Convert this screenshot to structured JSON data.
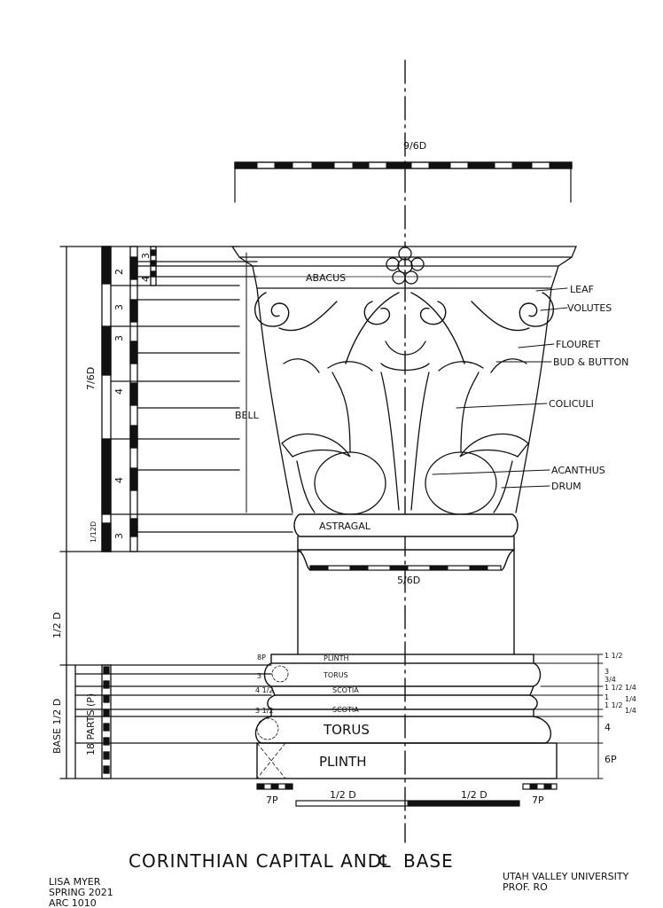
{
  "title": "CORINTHIAN CAPITAL AND",
  "title_symbol": "℄",
  "title_end": "BASE",
  "author": {
    "name": "LISA MYER",
    "term": "SPRING 2021",
    "course": "ARC 1010"
  },
  "school": {
    "name": "UTAH VALLEY UNIVERSITY",
    "prof": "PROF. RO"
  },
  "dims": {
    "top_width": "9/6D",
    "mid_width": "5/6D",
    "base_left": "1/2 D",
    "base_right": "1/2 D",
    "base_left_out": "7P",
    "base_right_out": "7P",
    "capital_height": "7/6D",
    "astragal_height": "1/12D",
    "shaft_height": "1/2 D",
    "base_height": "BASE 1/2 D",
    "base_parts": "18 PARTS (P)"
  },
  "capital_parts": [
    "2",
    "4",
    "3",
    "3",
    "4",
    "4",
    "3"
  ],
  "capital_small": [
    "3"
  ],
  "callouts": {
    "abacus": "ABACUS",
    "leaf": "LEAF",
    "volutes": "VOLUTES",
    "flouret": "FLOURET",
    "bud": "BUD & BUTTON",
    "coliculi": "COLICULI",
    "acanthus": "ACANTHUS",
    "drum": "DRUM",
    "bell": "BELL",
    "astragal": "ASTRAGAL"
  },
  "base_layers": {
    "plinth_top": "PLINTH",
    "torus_small": "TORUS",
    "scotia_1": "SCOTIA",
    "scotia_2": "SCOTIA",
    "torus_large": "TORUS",
    "plinth_large": "PLINTH"
  },
  "base_right_dims": [
    "1 1/2",
    "3",
    "3/4",
    "1 1/2",
    "1/4",
    "1",
    "1/4",
    "1 1/2",
    "1/4",
    "4",
    "6P"
  ],
  "base_left_dims": [
    "8P",
    "3",
    "4 1/2",
    "3 1/2"
  ]
}
